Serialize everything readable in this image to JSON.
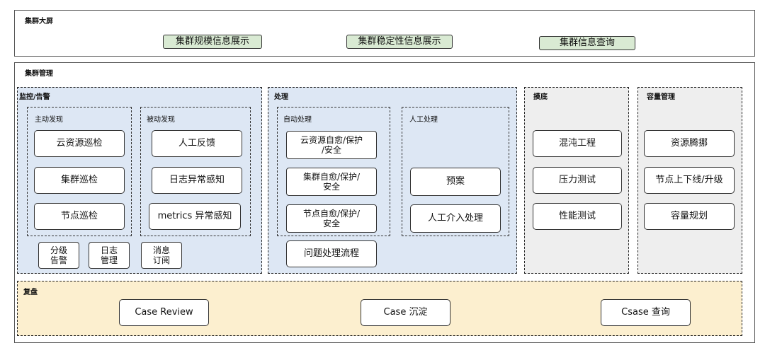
{
  "top": {
    "title": "集群大屏",
    "buttons": [
      "集群规模信息展示",
      "集群稳定性信息展示",
      "集群信息查询"
    ]
  },
  "management": {
    "title": "集群管理",
    "monitor": {
      "title": "监控/告警",
      "active": {
        "title": "主动发现",
        "items": [
          "云资源巡检",
          "集群巡检",
          "节点巡检"
        ]
      },
      "passive": {
        "title": "被动发现",
        "items": [
          "人工反馈",
          "日志异常感知",
          "metrics 异常感知"
        ]
      },
      "bottom_items": [
        "分级\n告警",
        "日志\n管理",
        "消息\n订阅"
      ]
    },
    "handle": {
      "title": "处理",
      "auto": {
        "title": "自动处理",
        "items": [
          "云资源自愈/保护\n/安全",
          "集群自愈/保护/\n安全",
          "节点自愈/保护/\n安全"
        ]
      },
      "manual": {
        "title": "人工处理",
        "items": [
          "预案",
          "人工介入处理"
        ]
      },
      "flow": "问题处理流程"
    },
    "probe": {
      "title": "摸底",
      "items": [
        "混沌工程",
        "压力测试",
        "性能测试"
      ]
    },
    "capacity": {
      "title": "容量管理",
      "items": [
        "资源腾挪",
        "节点上下线/升级",
        "容量规划"
      ]
    },
    "review": {
      "title": "复盘",
      "items": [
        "Case Review",
        "Case 沉淀",
        "Csase 查询"
      ]
    }
  }
}
